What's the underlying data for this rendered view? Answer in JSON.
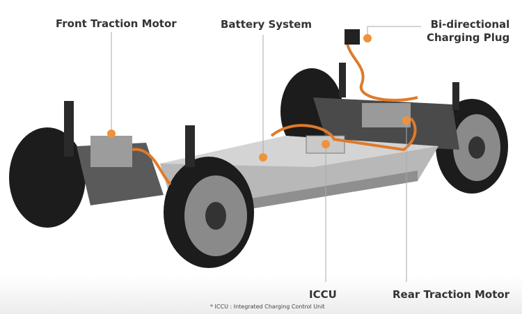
{
  "labels": {
    "front_motor": "Front Traction Motor",
    "battery": "Battery System",
    "charging_plug_line1": "Bi-directional",
    "charging_plug_line2": "Charging Plug",
    "iccu": "ICCU",
    "rear_motor": "Rear Traction Motor"
  },
  "footnote": "* ICCU : Integrated Charging Control Unit",
  "colors": {
    "accent": "#f0923a",
    "label": "#333333",
    "cable": "#e07a2a"
  }
}
